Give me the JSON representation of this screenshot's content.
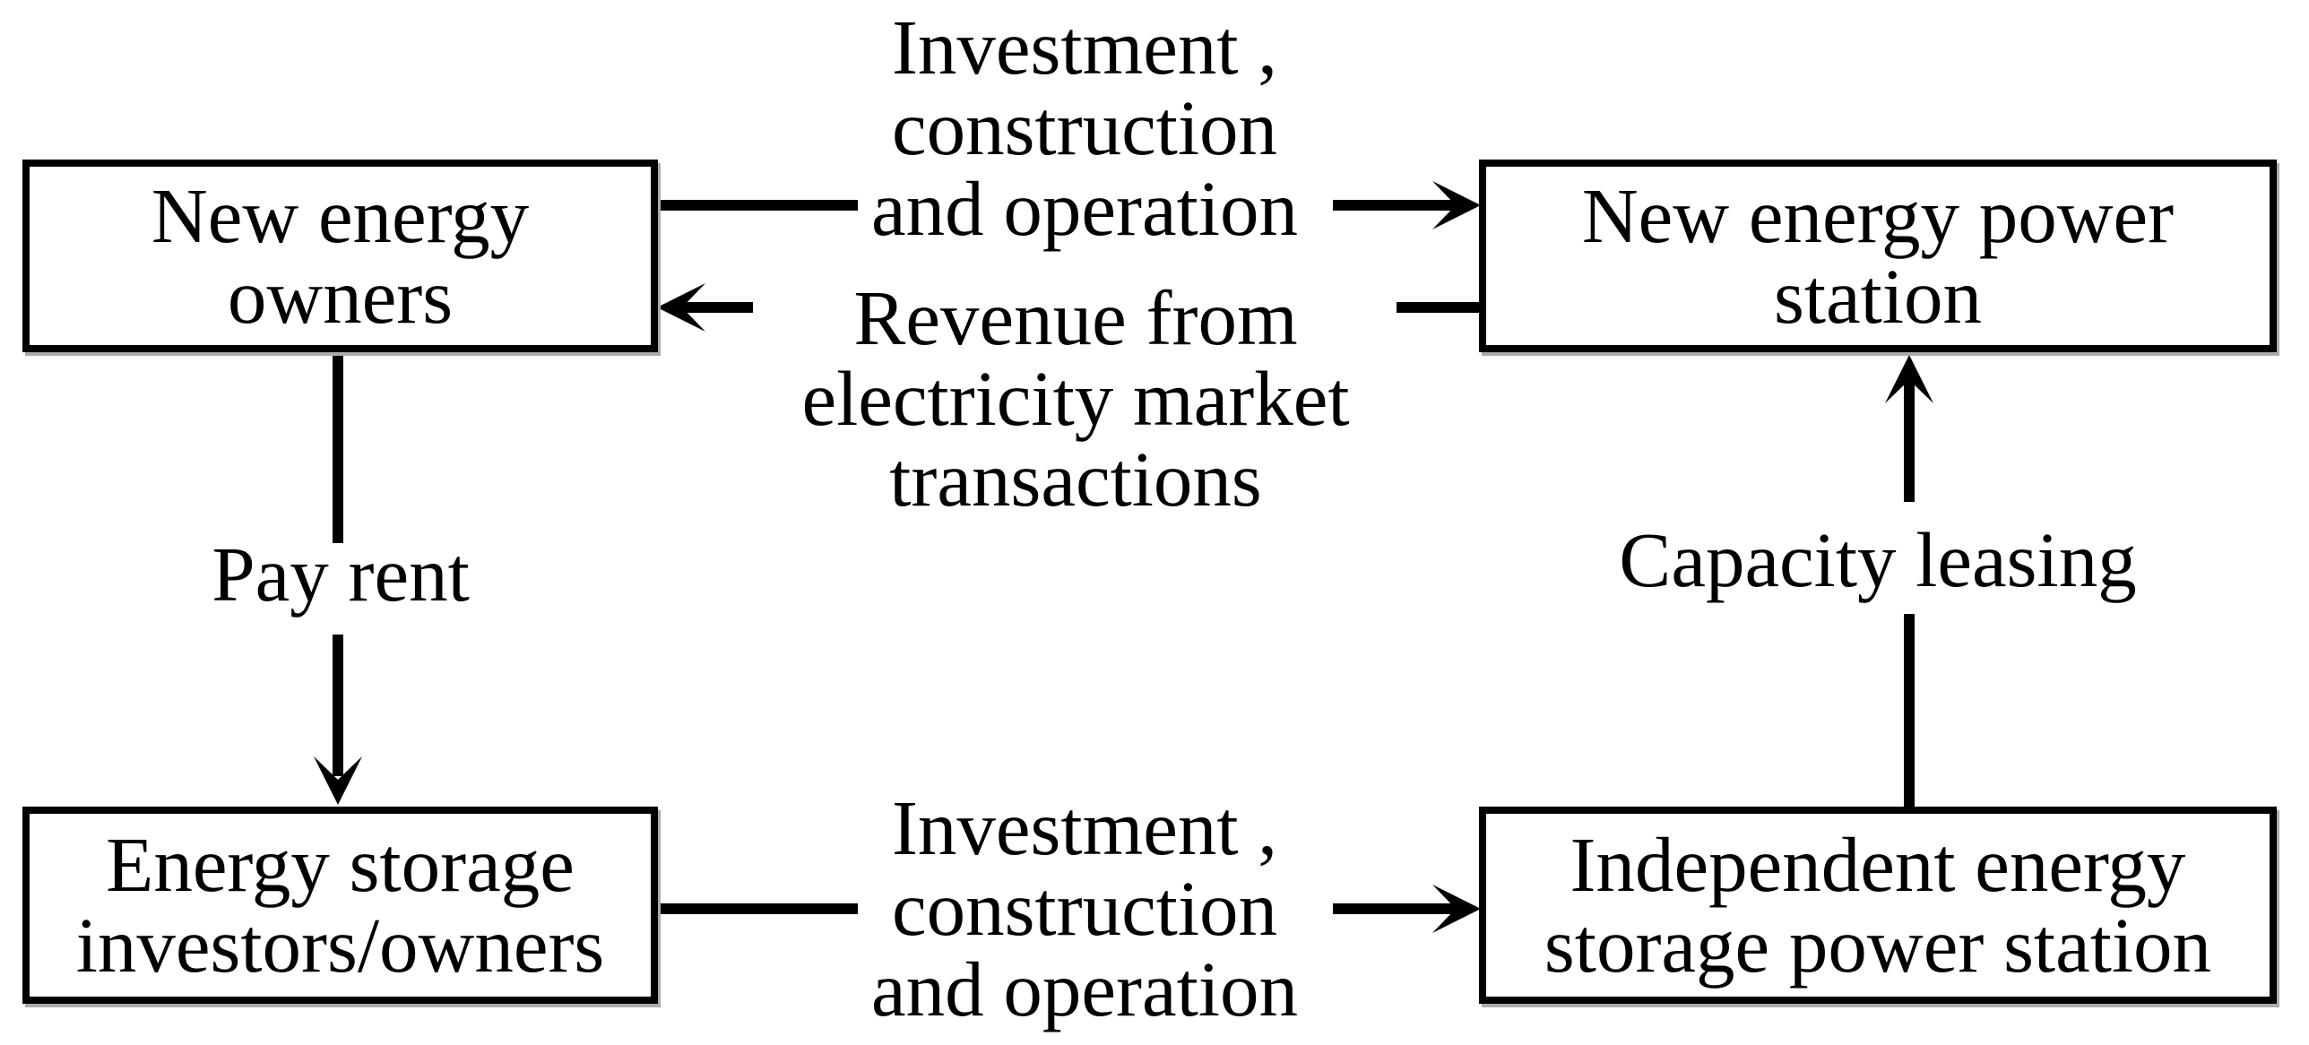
{
  "figure": {
    "background_color": "#ffffff",
    "ink_color": "#000000",
    "nodes": {
      "new_energy_owners": {
        "label": "New energy\nowners"
      },
      "new_energy_power_station": {
        "label": "New energy power\nstation"
      },
      "energy_storage_investors_owners": {
        "label": "Energy storage\ninvestors/owners"
      },
      "independent_energy_storage_power_station": {
        "label": "Independent energy\nstorage power station"
      }
    },
    "edges": {
      "investment_top": {
        "label": "Investment ,\nconstruction\nand operation",
        "from": "New energy owners",
        "to": "New energy power station",
        "arrow_direction": "right"
      },
      "revenue": {
        "label": "Revenue from\nelectricity market\ntransactions",
        "from": "New energy power station",
        "to": "New energy owners",
        "arrow_direction": "left"
      },
      "pay_rent": {
        "label": "Pay rent",
        "from": "New energy owners",
        "to": "Energy storage investors/owners",
        "arrow_direction": "down"
      },
      "investment_bottom": {
        "label": "Investment ,\nconstruction\nand operation",
        "from": "Energy storage investors/owners",
        "to": "Independent energy storage power station",
        "arrow_direction": "right"
      },
      "capacity_leasing": {
        "label": "Capacity leasing",
        "from": "Independent energy storage power station",
        "to": "New energy power station",
        "arrow_direction": "up"
      }
    }
  }
}
